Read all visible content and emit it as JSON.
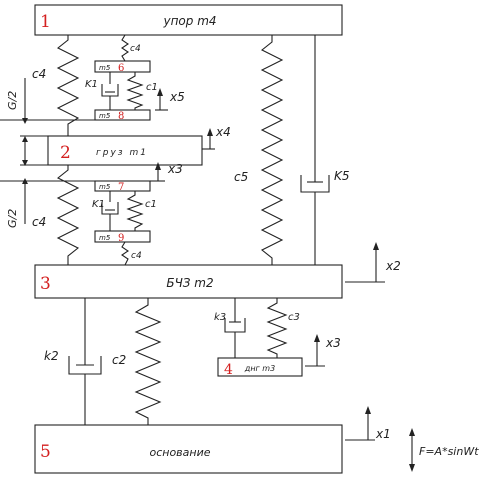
{
  "blocks": {
    "b1": {
      "num": "1",
      "label": "упор m4"
    },
    "b2": {
      "num": "2",
      "label": "груз  m1"
    },
    "b3": {
      "num": "3",
      "label": "БЧЗ m2"
    },
    "b4": {
      "num": "4",
      "label": "днг m3"
    },
    "b5": {
      "num": "5",
      "label": "основание"
    },
    "b6": {
      "num": "6",
      "label": "m5"
    },
    "b7": {
      "num": "7",
      "label": "m5"
    },
    "b8": {
      "num": "8",
      "label": "m5"
    },
    "b9": {
      "num": "9",
      "label": "m5"
    }
  },
  "springs": {
    "c4_upper": "c4",
    "c4_lower": "c4",
    "c4_small_top": "c4",
    "c4_small_bottom": "c4",
    "c1_upper": "c1",
    "c1_lower": "c1",
    "c5": "c5",
    "c2": "c2",
    "c3": "c3"
  },
  "dampers": {
    "k1_upper": "K1",
    "k1_lower": "K1",
    "k5": "K5",
    "k2": "k2",
    "k3": "k3"
  },
  "coords": {
    "x1": "x1",
    "x2": "x2",
    "x3_mass": "x3",
    "x3_dng": "x3",
    "x4": "x4",
    "x5": "x5"
  },
  "gaps": {
    "upper": "G/2",
    "lower": "G/2"
  },
  "force": "F=A*sinWt"
}
